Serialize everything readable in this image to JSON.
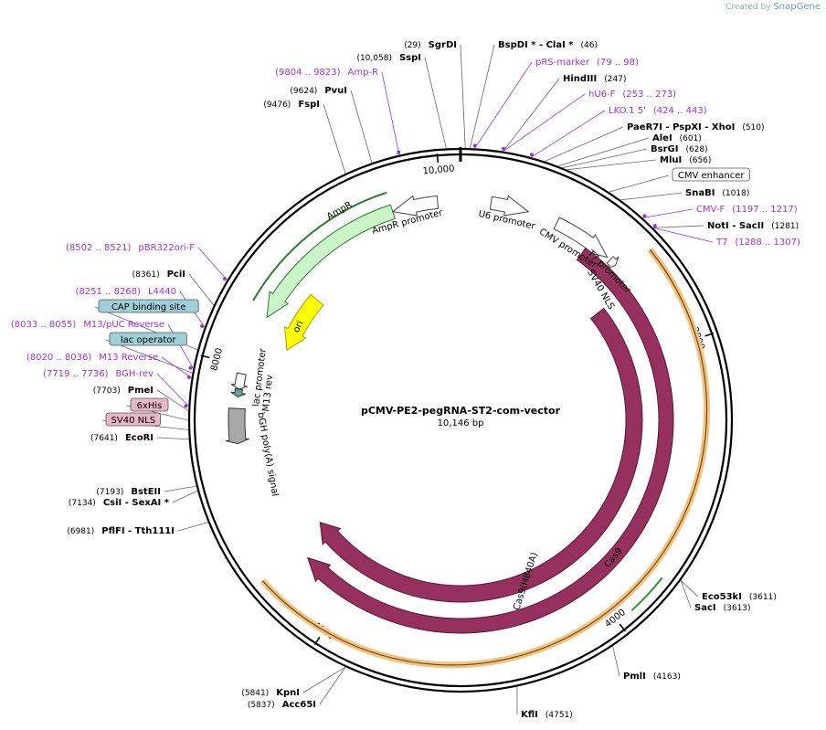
{
  "credit": {
    "prefix": "Created by",
    "brand": "SnapGene"
  },
  "plasmid": {
    "name": "pCMV-PE2-pegRNA-ST2-com-vector",
    "size": "10,146 bp"
  },
  "scale": {
    "ticks": [
      {
        "label": "2000"
      },
      {
        "label": "4000"
      },
      {
        "label": "6000"
      },
      {
        "label": "8000"
      },
      {
        "label": "10,000"
      }
    ]
  },
  "features": [
    {
      "label": "AmpR",
      "color": "#c9f5c9"
    },
    {
      "label": "AmpR promoter",
      "color": "#ffffff"
    },
    {
      "label": "U6 promoter",
      "color": "#ffffff"
    },
    {
      "label": "CMV promoter",
      "color": "#ffffff"
    },
    {
      "label": "T7 promoter",
      "color": "#ffffff"
    },
    {
      "label": "SV40 NLS",
      "color": "#ffffff"
    },
    {
      "label": "Cas9(H840A)",
      "color": "#96305f"
    },
    {
      "label": "Cas9",
      "color": "#96305f"
    },
    {
      "label": "ori",
      "color": "#ffff00"
    },
    {
      "label": "lac promoter",
      "color": "#ffffff"
    },
    {
      "label": "M13 rev",
      "color": "#ffffff"
    },
    {
      "label": "bGH poly(A) signal",
      "color": "#a8a8a8"
    }
  ],
  "sites": [
    {
      "num": "(29)",
      "name": "SgrDI"
    },
    {
      "num": "(10,058)",
      "name": "SspI"
    },
    {
      "name": "BspDI * - ClaI *",
      "num": "(46)"
    },
    {
      "name": "pRS-marker",
      "num": "(79 .. 98)",
      "primer": true
    },
    {
      "name": "HindIII",
      "num": "(247)"
    },
    {
      "name": "hU6-F",
      "num": "(253 .. 273)",
      "primer": true
    },
    {
      "name": "LKO.1 5'",
      "num": "(424 .. 443)",
      "primer": true
    },
    {
      "name": "PaeR7I - PspXI - XhoI",
      "num": "(510)"
    },
    {
      "name": "AleI",
      "num": "(601)"
    },
    {
      "name": "BsrGI",
      "num": "(628)"
    },
    {
      "name": "MluI",
      "num": "(656)"
    },
    {
      "name": "CMV enhancer",
      "boxed": true
    },
    {
      "name": "SnaBI",
      "num": "(1018)"
    },
    {
      "name": "CMV-F",
      "num": "(1197 .. 1217)",
      "primer": true
    },
    {
      "name": "NotI - SacII",
      "num": "(1281)"
    },
    {
      "name": "T7",
      "num": "(1288 .. 1307)",
      "primer": true
    },
    {
      "num": "(9804 .. 9823)",
      "name": "Amp-R",
      "primer": true
    },
    {
      "num": "(9624)",
      "name": "PvuI"
    },
    {
      "num": "(9476)",
      "name": "FspI"
    },
    {
      "num": "(8502 .. 8521)",
      "name": "pBR322ori-F",
      "primer": true
    },
    {
      "num": "(8361)",
      "name": "PciI"
    },
    {
      "num": "(8251 .. 8268)",
      "name": "L4440",
      "primer": true
    },
    {
      "name": "CAP binding site",
      "boxed": true,
      "fill": "#9fcfd8"
    },
    {
      "num": "(8033 .. 8055)",
      "name": "M13/pUC Reverse",
      "primer": true
    },
    {
      "name": "lac operator",
      "boxed": true,
      "fill": "#9fcfd8"
    },
    {
      "num": "(8020 .. 8036)",
      "name": "M13 Reverse",
      "primer": true
    },
    {
      "num": "(7719 .. 7736)",
      "name": "BGH-rev",
      "primer": true
    },
    {
      "num": "(7703)",
      "name": "PmeI"
    },
    {
      "name": "6xHis",
      "boxed": true,
      "fill": "#e8b7c8"
    },
    {
      "name": "SV40 NLS",
      "boxed": true,
      "fill": "#e8b7c8"
    },
    {
      "num": "(7641)",
      "name": "EcoRI"
    },
    {
      "num": "(7193)",
      "name": "BstEII"
    },
    {
      "num": "(7134)",
      "name": "CsiI - SexAI *"
    },
    {
      "num": "(6981)",
      "name": "PflFI - Tth111I"
    },
    {
      "name": "Eco53kI",
      "num": "(3611)"
    },
    {
      "name": "SacI",
      "num": "(3613)"
    },
    {
      "name": "PmlI",
      "num": "(4163)"
    },
    {
      "name": "KflI",
      "num": "(4751)"
    },
    {
      "num": "(5841)",
      "name": "KpnI"
    },
    {
      "num": "(5837)",
      "name": "Acc65I"
    }
  ]
}
